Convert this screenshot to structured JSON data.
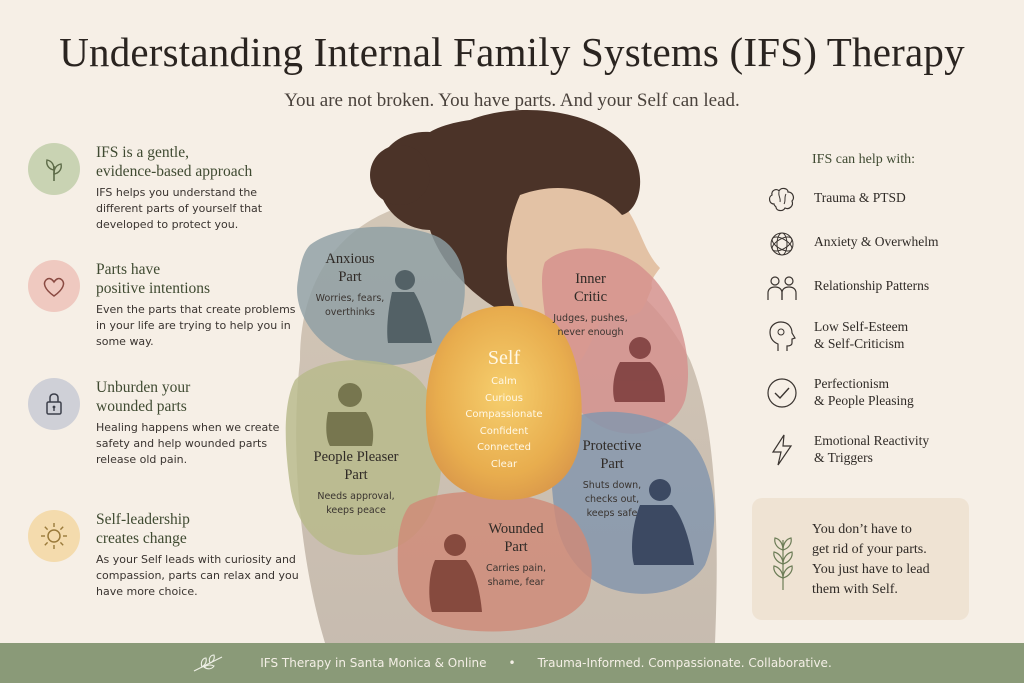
{
  "header": {
    "title": "Understanding Internal Family Systems (IFS) Therapy",
    "subtitle": "You are not broken. You have parts. And your Self can lead."
  },
  "left_items": [
    {
      "heading_l1": "IFS is a gentle,",
      "heading_l2": "evidence-based approach",
      "body": "IFS helps you understand the different parts of yourself that developed to protect you.",
      "icon": "sprout-icon",
      "color": "#c9d3b3"
    },
    {
      "heading_l1": "Parts have",
      "heading_l2": "positive intentions",
      "body": "Even the parts that create problems in your life are trying to help you in some way.",
      "icon": "heart-icon",
      "color": "#efc9c0"
    },
    {
      "heading_l1": "Unburden your",
      "heading_l2": "wounded parts",
      "body": "Healing happens when we create safety and help wounded parts release old pain.",
      "icon": "lock-icon",
      "color": "#cfd0d7"
    },
    {
      "heading_l1": "Self-leadership",
      "heading_l2": "creates change",
      "body": "As your Self leads with curiosity and compassion, parts can relax and you have more choice.",
      "icon": "sun-icon",
      "color": "#f4dbad"
    }
  ],
  "parts": {
    "anxious": {
      "name_l1": "Anxious",
      "name_l2": "Part",
      "desc_l1": "Worries, fears,",
      "desc_l2": "overthinks"
    },
    "critic": {
      "name_l1": "Inner",
      "name_l2": "Critic",
      "desc_l1": "Judges, pushes,",
      "desc_l2": "never enough"
    },
    "pleaser": {
      "name_l1": "People Pleaser",
      "name_l2": "Part",
      "desc_l1": "Needs approval,",
      "desc_l2": "keeps peace"
    },
    "protective": {
      "name_l1": "Protective",
      "name_l2": "Part",
      "desc_l1": "Shuts down,",
      "desc_l2": "checks out,",
      "desc_l3": "keeps safe"
    },
    "wounded": {
      "name_l1": "Wounded",
      "name_l2": "Part",
      "desc_l1": "Carries pain,",
      "desc_l2": "shame, fear"
    },
    "self": {
      "name": "Self",
      "qualities": [
        "Calm",
        "Curious",
        "Compassionate",
        "Confident",
        "Connected",
        "Clear"
      ]
    }
  },
  "right": {
    "title": "IFS can help with:",
    "items": [
      {
        "l1": "Trauma & PTSD",
        "l2": "",
        "icon": "brain-icon"
      },
      {
        "l1": "Anxiety & Overwhelm",
        "l2": "",
        "icon": "tangle-icon"
      },
      {
        "l1": "Relationship Patterns",
        "l2": "",
        "icon": "people-icon"
      },
      {
        "l1": "Low Self-Esteem",
        "l2": "& Self-Criticism",
        "icon": "head-profile-icon"
      },
      {
        "l1": "Perfectionism",
        "l2": "& People Pleasing",
        "icon": "check-circle-icon"
      },
      {
        "l1": "Emotional Reactivity",
        "l2": "& Triggers",
        "icon": "lightning-icon"
      }
    ],
    "quote": [
      "You don’t have to",
      "get rid of your parts.",
      "You just have to lead",
      "them with Self."
    ]
  },
  "footer": {
    "location": "IFS Therapy in Santa Monica & Online",
    "bullet": "•",
    "tagline": "Trauma-Informed.  Compassionate.  Collaborative."
  },
  "colors": {
    "background": "#f6efe6",
    "footer": "#8a9a78",
    "heading_green": "#3f4a31"
  }
}
